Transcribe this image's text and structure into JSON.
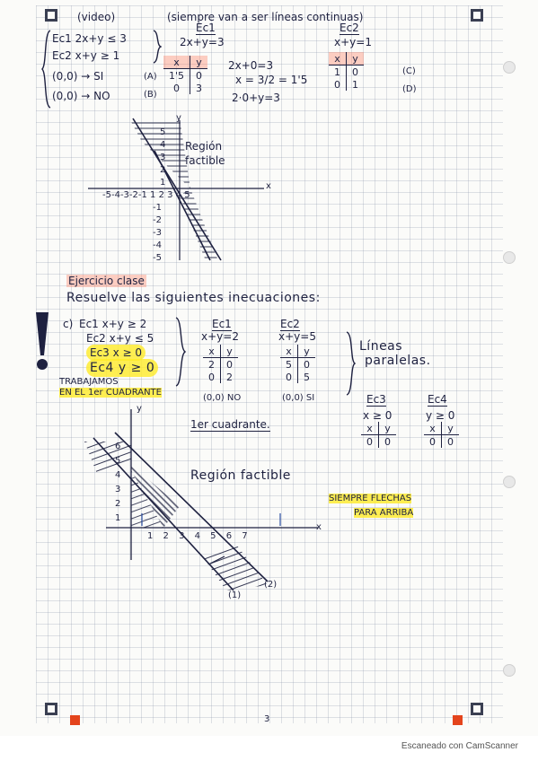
{
  "header": {
    "left": "(video)",
    "right": "(siempre van a ser líneas continuas)"
  },
  "system1": {
    "ec1": "Ec1  2x+y ≤ 3",
    "ec2": "Ec2  x+y ≥ 1",
    "check1": "(0,0) → SI",
    "check2": "(0,0) → NO"
  },
  "ec1_block": {
    "title": "Ec1",
    "equation": "2x+y=3",
    "head": [
      "x",
      "y"
    ],
    "rows": [
      [
        "1'5",
        "0"
      ],
      [
        "0",
        "3"
      ]
    ],
    "row_tags": [
      "(A)",
      "(B)"
    ],
    "work1": "2x+0=3",
    "work2": "x = 3/2 = 1'5",
    "work3": "2·0+y=3"
  },
  "ec2_block": {
    "title": "Ec2",
    "equation": "x+y=1",
    "head": [
      "x",
      "y"
    ],
    "rows": [
      [
        "1",
        "0"
      ],
      [
        "0",
        "1"
      ]
    ],
    "row_tags": [
      "(C)",
      "(D)"
    ]
  },
  "graph1": {
    "label_line1": "Región",
    "label_line2": "factible",
    "x_axis": "x",
    "y_axis": "y",
    "ticks_x": "-5-4-3-2-1 1 2 3 4 5",
    "ticks_y_pos": [
      "5",
      "4",
      "3",
      "2",
      "1"
    ],
    "ticks_y_neg": [
      "-1",
      "-2",
      "-3",
      "-4",
      "-5"
    ]
  },
  "exercise": {
    "title": "Ejercicio clase",
    "instruction": "Resuelve las siguientes inecuaciones:"
  },
  "system2": {
    "label": "c)",
    "ec1": "Ec1 x+y ≥ 2",
    "ec2": "Ec2 x+y ≤ 5",
    "ec3": "Ec3 x ≥ 0",
    "ec4": "Ec4 y ≥ 0",
    "note1": "TRABAJAMOS",
    "note2": "EN EL 1er CUADRANTE"
  },
  "ec1c": {
    "title": "Ec1",
    "equation": "x+y=2",
    "head": [
      "x",
      "y"
    ],
    "rows": [
      [
        "2",
        "0"
      ],
      [
        "0",
        "2"
      ]
    ],
    "check": "(0,0) NO"
  },
  "ec2c": {
    "title": "Ec2",
    "equation": "x+y=5",
    "head": [
      "x",
      "y"
    ],
    "rows": [
      [
        "5",
        "0"
      ],
      [
        "0",
        "5"
      ]
    ],
    "check": "(0,0) SI"
  },
  "parallel_note1": "Líneas",
  "parallel_note2": "paralelas.",
  "ec3c": {
    "title": "Ec3",
    "equation": "x ≥ 0",
    "head": [
      "x",
      "y"
    ],
    "row": [
      "0",
      "0"
    ]
  },
  "ec4c": {
    "title": "Ec4",
    "equation": "y ≥ 0",
    "head": [
      "x",
      "y"
    ],
    "row": [
      "0",
      "0"
    ]
  },
  "quadrant_label": "1er cuadrante.",
  "graph2": {
    "label": "Región factible",
    "x_axis": "x",
    "y_axis": "y",
    "ticks_x": "1 2 3 4 5 6 7",
    "ticks_y": [
      "6",
      "5",
      "4",
      "3",
      "2",
      "1"
    ],
    "line_tags": [
      "(1)",
      "(2)"
    ]
  },
  "arrows_note1": "SIEMPRE FLECHAS",
  "arrows_note2": "PARA ARRIBA",
  "page_number": "3",
  "watermark": "Escaneado con CamScanner"
}
